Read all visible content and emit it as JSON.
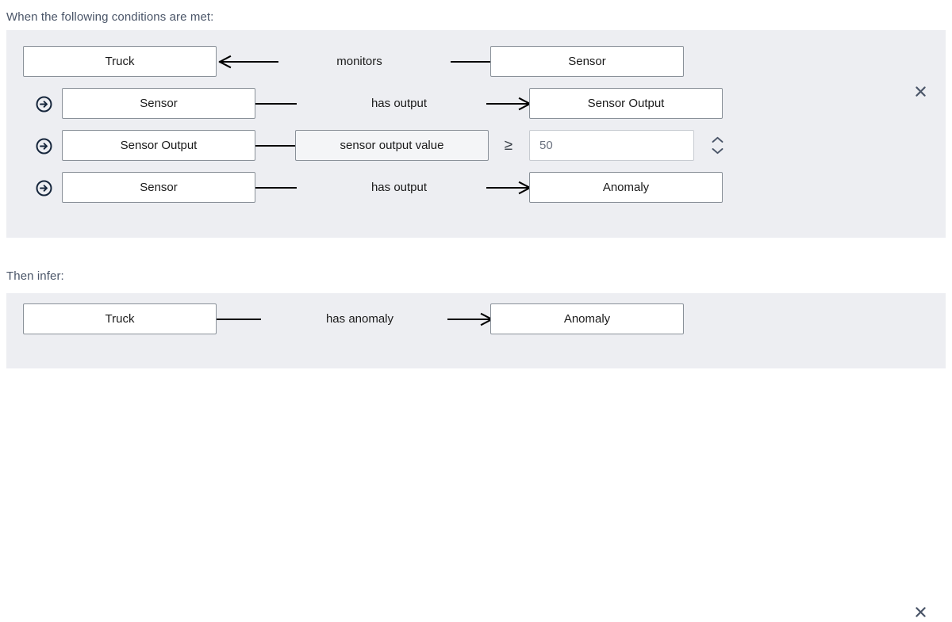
{
  "sections": {
    "conditions_label": "When the following conditions are met:",
    "inference_label": "Then infer:"
  },
  "icons": {
    "close": "close-icon",
    "bullet": "circle-arrow-right-icon",
    "stepper_up": "chevron-up-icon",
    "stepper_down": "chevron-down-icon"
  },
  "colors": {
    "panel_background": "#edeef2",
    "page_background": "#ffffff",
    "box_border": "#8a9199",
    "attribute_fill": "#f4f5f7",
    "label_text": "#4a5568",
    "close_icon": "#4a5568",
    "bullet_icon": "#16263c",
    "input_border": "#c7cbd1",
    "input_text": "#6b7280"
  },
  "conditions": {
    "rows": [
      {
        "bullet": false,
        "subject": "Truck",
        "relation": "monitors",
        "object": "Sensor",
        "arrow_direction": "left"
      },
      {
        "bullet": true,
        "subject": "Sensor",
        "relation": "has output",
        "object": "Sensor Output",
        "arrow_direction": "right"
      },
      {
        "bullet": true,
        "subject": "Sensor Output",
        "attribute": "sensor output value",
        "operator": "≥",
        "value": "50",
        "value_placeholder": "50",
        "arrow_direction": "none"
      },
      {
        "bullet": true,
        "subject": "Sensor",
        "relation": "has output",
        "object": "Anomaly",
        "arrow_direction": "right"
      }
    ]
  },
  "inference": {
    "rows": [
      {
        "bullet": false,
        "subject": "Truck",
        "relation": "has anomaly",
        "object": "Anomaly",
        "arrow_direction": "right"
      }
    ]
  }
}
